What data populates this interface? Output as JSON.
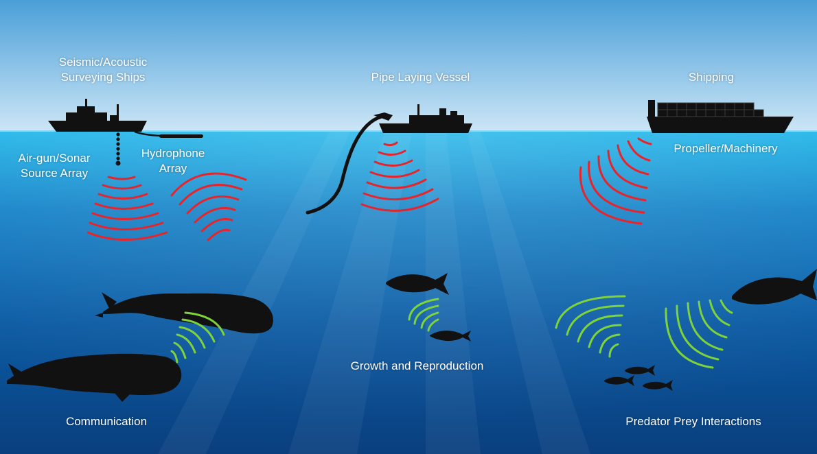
{
  "labels": {
    "seismic_ships": "Seismic/Acoustic\nSurveying Ships",
    "pipe_vessel": "Pipe Laying Vessel",
    "shipping": "Shipping",
    "airgun_array": "Air-gun/Sonar\nSource Array",
    "hydrophone_array": "Hydrophone\nArray",
    "propeller": "Propeller/Machinery",
    "growth": "Growth and Reproduction",
    "communication": "Communication",
    "predator_prey": "Predator Prey Interactions"
  },
  "colors": {
    "sky_top": "#4a9fd8",
    "sky_bottom": "#cde6f6",
    "water_surface": "#19a9e2",
    "water_deep": "#0a3f7e",
    "noise_red": "#e8242b",
    "signal_green": "#7fd33a",
    "silhouette": "#111111"
  },
  "icons": [
    "seismic-ship-icon",
    "pipe-laying-vessel-icon",
    "container-ship-icon",
    "whale-icon",
    "fish-icon",
    "tuna-icon"
  ]
}
